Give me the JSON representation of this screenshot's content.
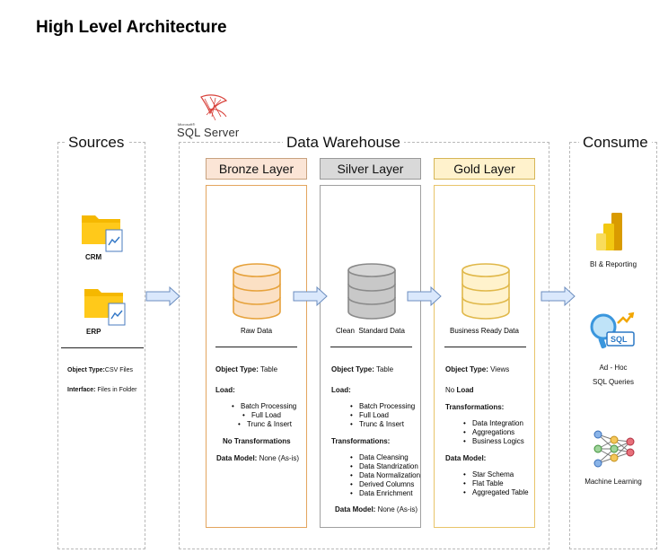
{
  "title": "High Level Architecture",
  "sql_server": {
    "small": "Microsoft®",
    "name": "SQL Server"
  },
  "sections": {
    "sources": "Sources",
    "warehouse": "Data Warehouse",
    "consume": "Consume"
  },
  "sources": {
    "items": [
      {
        "label": "CRM"
      },
      {
        "label": "ERP"
      }
    ],
    "object_type_label": "Object Type:",
    "object_type_value": "CSV Files",
    "interface_label": "Interface:",
    "interface_value": "Files in Folder"
  },
  "layers": [
    {
      "name": "Bronze Layer",
      "header_bg": "#fbe5d6",
      "header_border": "#c8a27f",
      "cyl_fill": "#fbe0c4",
      "cyl_stroke": "#e6a23c",
      "data_label": "Raw Data",
      "object_type_label": "Object Type:",
      "object_type_value": "Table",
      "load_label": "Load:",
      "load_items": [
        "Batch Processing",
        "Full Load",
        "Trunc & Insert"
      ],
      "transform_label": "No Transformations",
      "model_label": "Data Model:",
      "model_value": "None (As-is)"
    },
    {
      "name": "Silver Layer",
      "header_bg": "#d9d9d9",
      "header_border": "#999999",
      "cyl_fill": "#c8c8c8",
      "cyl_stroke": "#8a8a8a",
      "data_label": "Clean  Standard Data",
      "object_type_label": "Object Type:",
      "object_type_value": "Table",
      "load_label": "Load:",
      "load_items": [
        "Batch Processing",
        "Full Load",
        "Trunc & Insert"
      ],
      "transform_label": "Transformations:",
      "transform_items": [
        "Data Cleansing",
        "Data Standrization",
        "Data Normalization",
        "Derived Columns",
        "Data Enrichment"
      ],
      "model_label": "Data Model:",
      "model_value": "None (As-is)"
    },
    {
      "name": "Gold Layer",
      "header_bg": "#fff2cc",
      "header_border": "#d6b656",
      "cyl_fill": "#fff2cc",
      "cyl_stroke": "#e0b84a",
      "data_label": "Business Ready Data",
      "object_type_label": "Object Type:",
      "object_type_value": "Views",
      "load_prefix": "No ",
      "load_label": "Load",
      "transform_label": "Transformations:",
      "transform_items": [
        "Data Integration",
        "Aggregations",
        "Business Logics"
      ],
      "model_label": "Data Model:",
      "model_items": [
        "Star Schema",
        "Flat Table",
        "Aggregated Table"
      ]
    }
  ],
  "consume": {
    "bi": "BI & Reporting",
    "adhoc_line1": "Ad - Hoc",
    "adhoc_line2": "SQL Queries",
    "sql_badge": "SQL",
    "ml": "Machine Learning"
  }
}
